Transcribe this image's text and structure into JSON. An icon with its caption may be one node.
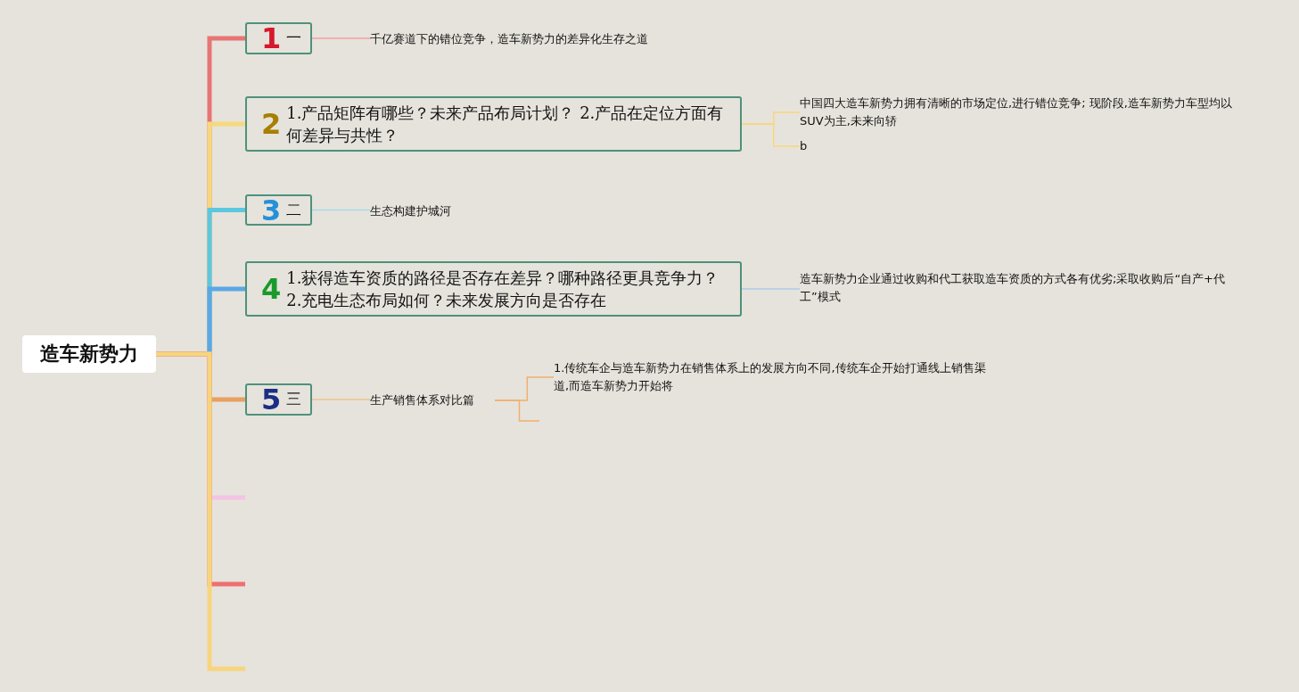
{
  "diagram": {
    "nodes": [
      {
        "text": [
          "造车新势力"
        ]
      },
      {
        "text": [
          "1",
          "一"
        ]
      },
      {
        "text": [
          "千亿赛道下的错位竞争，造车新势力的差异化生存之道"
        ]
      },
      {
        "text": [
          "2",
          "1.产品矩阵有哪些？未来产品布局计划？ 2.产品在定位方面有何差异与共性？"
        ]
      },
      {
        "text": [
          "中国四大造车新势力拥有清晰的市场定位,进行错位竞争; 现阶段,造车新势力车型均以SUV为主,未来向轿"
        ]
      },
      {
        "text": [
          "b"
        ]
      },
      {
        "text": [
          "3",
          "二"
        ]
      },
      {
        "text": [
          "生态构建护城河"
        ]
      },
      {
        "text": [
          "4",
          "1.获得造车资质的路径是否存在差异？哪种路径更具竞争力？ 2.充电生态布局如何？未来发展方向是否存在"
        ]
      },
      {
        "text": [
          "造车新势力企业通过收购和代工获取造车资质的方式各有优劣;采取收购后“自产+代工”模式"
        ]
      },
      {
        "text": [
          "5",
          "三"
        ]
      },
      {
        "text": [
          "生产销售体系对比篇"
        ]
      },
      {
        "text": [
          "1.传统车企与造车新势力在销售体系上的发展方向不同,传统车企开始打通线上销售渠道,而造车新势力开始将"
        ]
      }
    ],
    "edges": [
      {
        "from": 0,
        "to": 1,
        "arrow": "none",
        "style": "thick",
        "color": "#e87474"
      },
      {
        "from": 0,
        "to": 3,
        "arrow": "none",
        "style": "thick",
        "color": "#f7d87c"
      },
      {
        "from": 0,
        "to": 6,
        "arrow": "none",
        "style": "thick",
        "color": "#5bc8e0"
      },
      {
        "from": 0,
        "to": 8,
        "arrow": "none",
        "style": "thick",
        "color": "#5aa8e6"
      },
      {
        "from": 0,
        "to": 10,
        "arrow": "none",
        "style": "thick",
        "color": "#e8a060"
      },
      {
        "from": 0,
        "to": null,
        "arrow": "none",
        "style": "thick",
        "color": "#f4c4e4"
      },
      {
        "from": 0,
        "to": null,
        "arrow": "none",
        "style": "thick",
        "color": "#ee7070"
      },
      {
        "from": 0,
        "to": null,
        "arrow": "none",
        "style": "thick",
        "color": "#f7d57e"
      },
      {
        "from": 1,
        "to": 2,
        "arrow": "none",
        "color": "#f0a0a0"
      },
      {
        "from": 3,
        "to": 4,
        "arrow": "none",
        "color": "#f7d87c"
      },
      {
        "from": 3,
        "to": 5,
        "arrow": "none",
        "color": "#f7d87c"
      },
      {
        "from": 6,
        "to": 7,
        "arrow": "none",
        "color": "#a8d8e8"
      },
      {
        "from": 8,
        "to": 9,
        "arrow": "none",
        "color": "#a8cce8"
      },
      {
        "from": 10,
        "to": 11,
        "arrow": "none",
        "color": "#f0c090"
      },
      {
        "from": 11,
        "to": 12,
        "arrow": "none",
        "color": "#f0b070"
      },
      {
        "from": 11,
        "to": null,
        "arrow": "none",
        "color": "#f0b070"
      }
    ]
  }
}
